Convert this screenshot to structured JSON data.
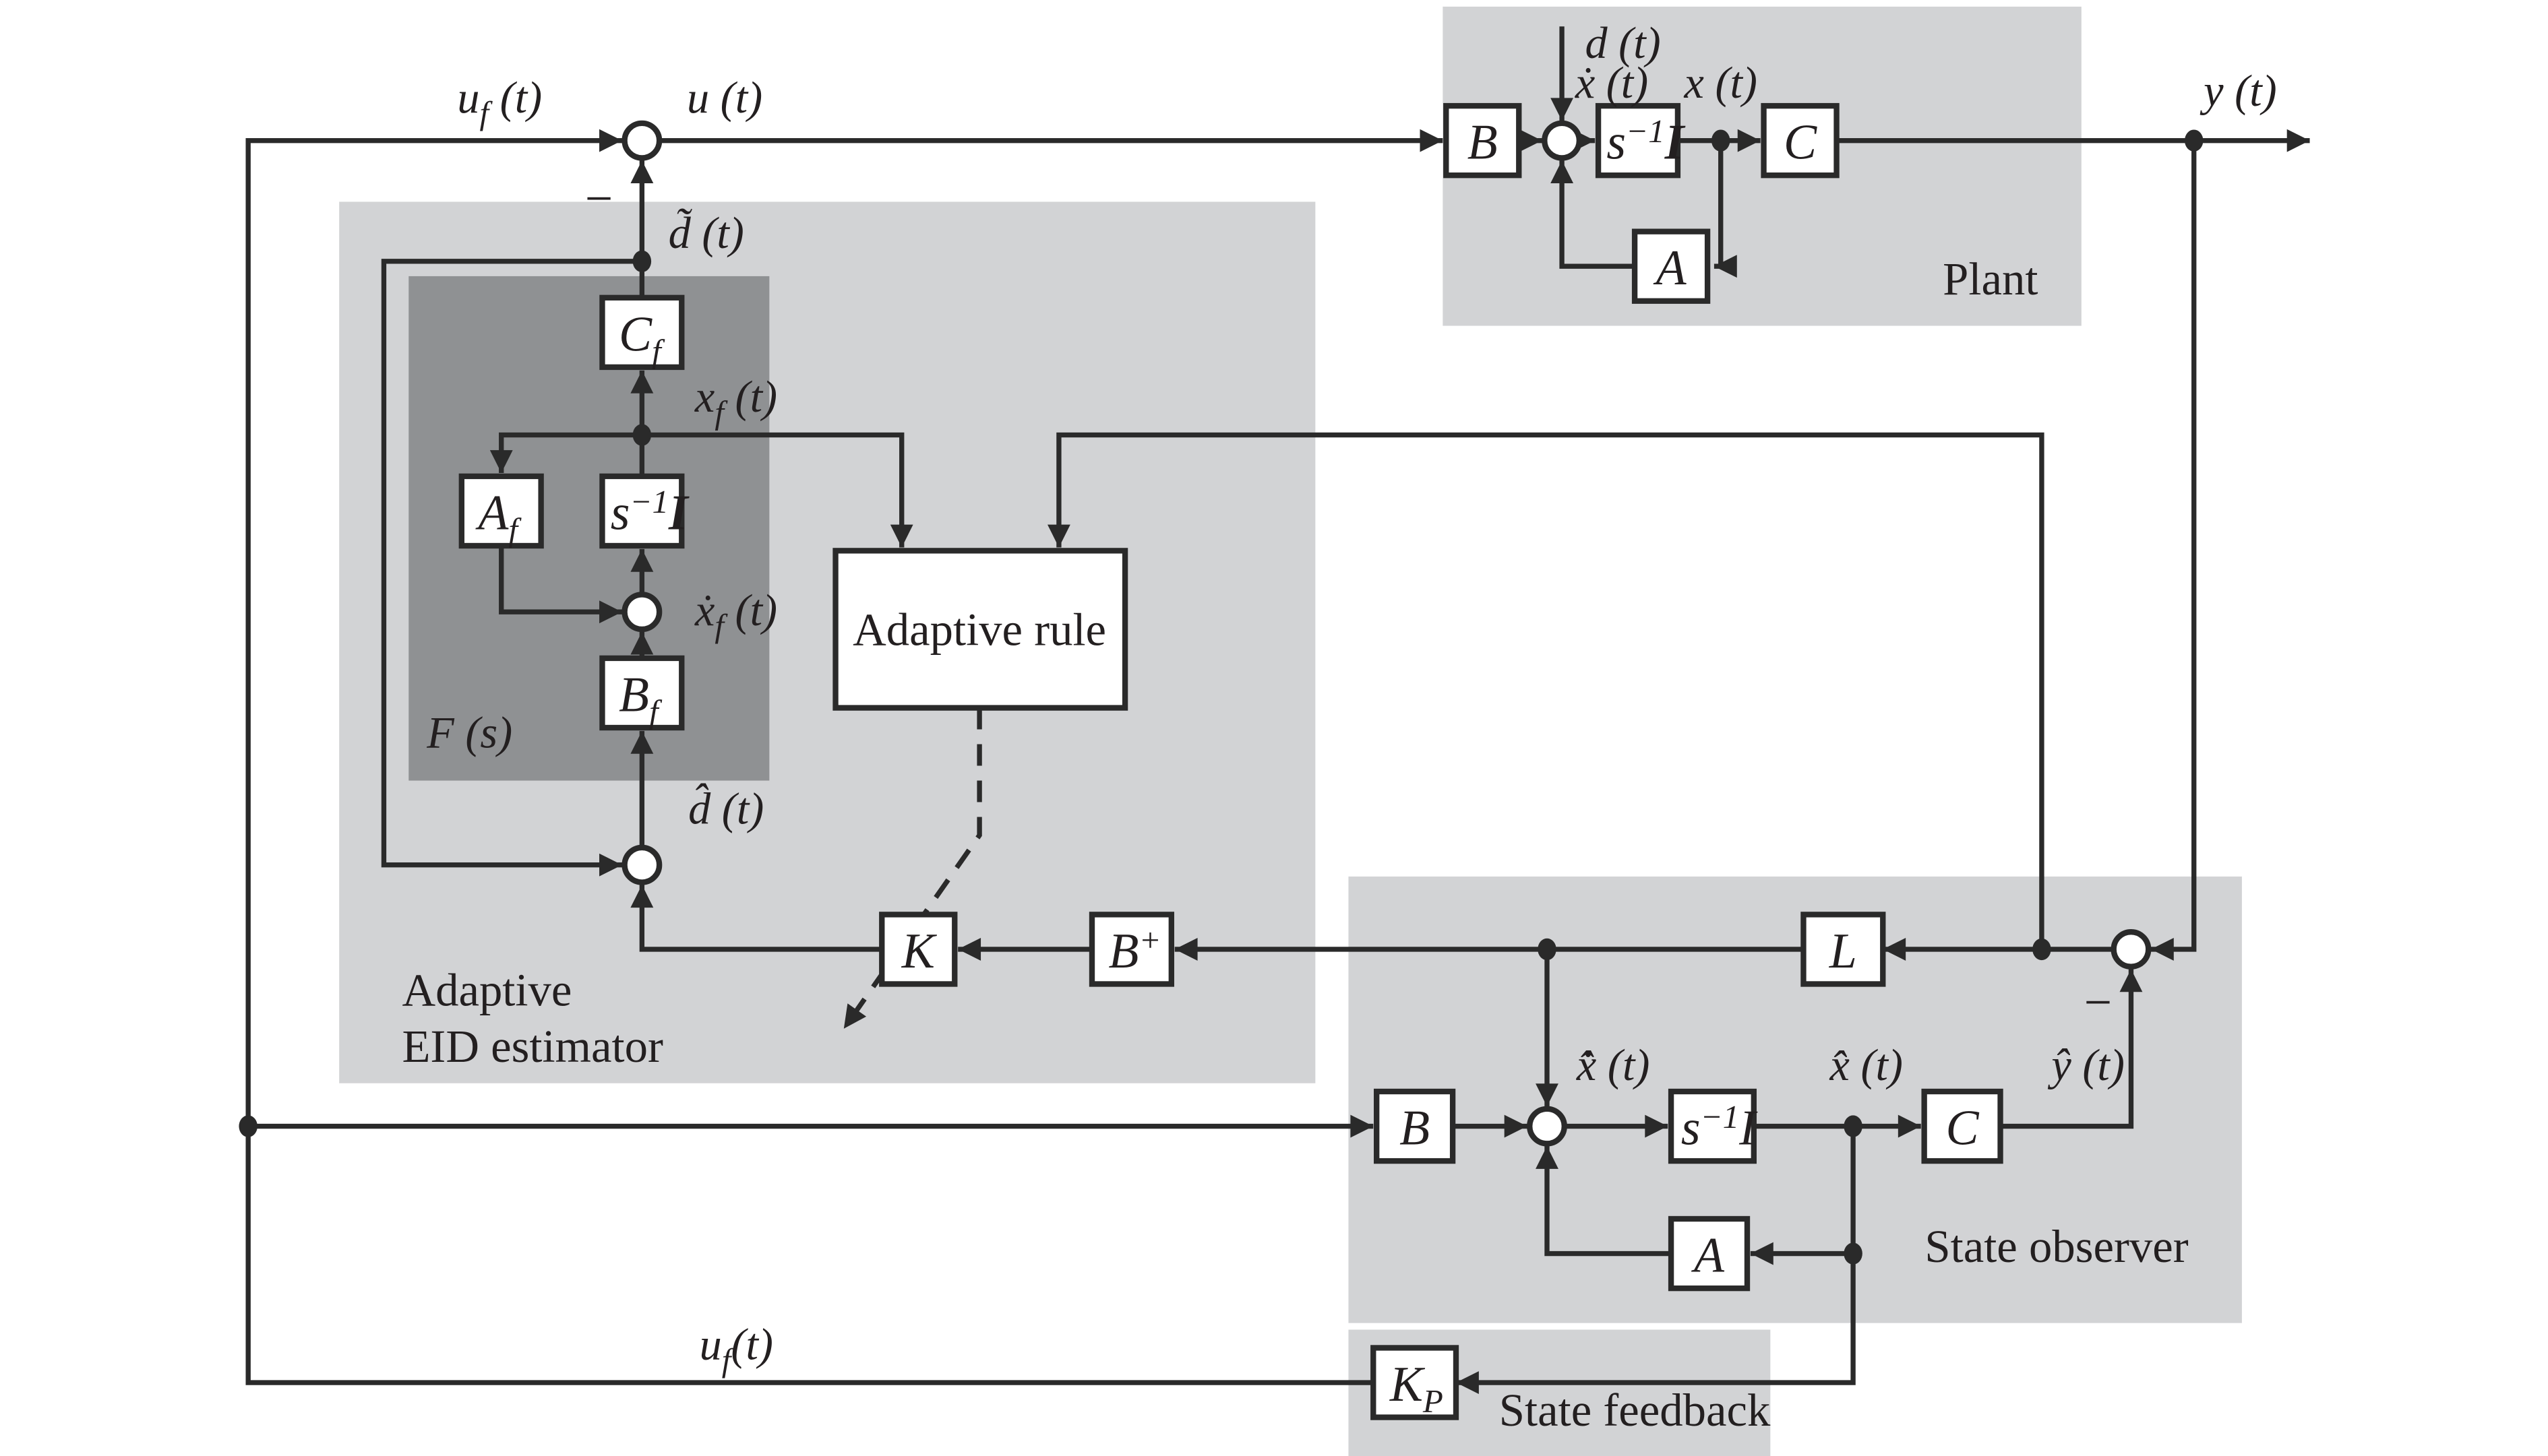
{
  "figure": {
    "type": "control-block-diagram",
    "title": "Adaptive EID estimator based control system"
  },
  "colors": {
    "region_fill": "#d2d3d5",
    "filter_fill": "#8f9193",
    "line": "#2a2a2a",
    "box_fill": "#ffffff",
    "text": "#231f20"
  },
  "regions": {
    "plant": {
      "label": "Plant"
    },
    "estimator": {
      "label_line1": "Adaptive",
      "label_line2": "EID estimator"
    },
    "filter": {
      "label_base": "F",
      "label_rest": " (s)"
    },
    "observer": {
      "label": "State observer"
    },
    "feedback": {
      "label": "State feedback"
    }
  },
  "blocks": {
    "plant_b": {
      "label": "B"
    },
    "plant_int": {
      "base": "s",
      "sup": "−1",
      "tail": "I"
    },
    "plant_c": {
      "label": "C"
    },
    "plant_a": {
      "label": "A"
    },
    "cf": {
      "base": "C",
      "sub": "f"
    },
    "af": {
      "base": "A",
      "sub": "f"
    },
    "filter_int": {
      "base": "s",
      "sup": "−1",
      "tail": "I"
    },
    "bf": {
      "base": "B",
      "sub": "f"
    },
    "adaptive_rule": {
      "label": "Adaptive rule"
    },
    "k": {
      "label": "K"
    },
    "bplus": {
      "base": "B",
      "sup": "+"
    },
    "l": {
      "label": "L"
    },
    "obs_b": {
      "label": "B"
    },
    "obs_int": {
      "base": "s",
      "sup": "−1",
      "tail": "I"
    },
    "obs_c": {
      "label": "C"
    },
    "obs_a": {
      "label": "A"
    },
    "kp": {
      "base": "K",
      "sub": "P"
    }
  },
  "signals": {
    "uf_top": {
      "base": "u",
      "sub": "f",
      "rest": " (t)"
    },
    "u": {
      "base": "u",
      "rest": " (t)"
    },
    "d": {
      "base": "d",
      "rest": " (t)"
    },
    "xdot": {
      "base": "ẋ",
      "rest": " (t)"
    },
    "x": {
      "base": "x",
      "rest": " (t)"
    },
    "y": {
      "base": "y",
      "rest": " (t)"
    },
    "dtilde": {
      "base": "d̃",
      "rest": " (t)"
    },
    "xf": {
      "base": "x",
      "sub": "f",
      "rest": " (t)"
    },
    "xfdot": {
      "base": "ẋ",
      "sub": "f",
      "rest": " (t)"
    },
    "dhat": {
      "base": "d̂",
      "rest": " (t)"
    },
    "xhatdot": {
      "base": "x̂̇",
      "rest": " (t)"
    },
    "xhat": {
      "base": "x̂",
      "rest": " (t)"
    },
    "yhat": {
      "base": "ŷ",
      "rest": " (t)"
    },
    "uf_bottom": {
      "base": "u",
      "sub": "f",
      "rest": "(t)"
    },
    "minus_plant_input": "−",
    "minus_observer": "−"
  }
}
